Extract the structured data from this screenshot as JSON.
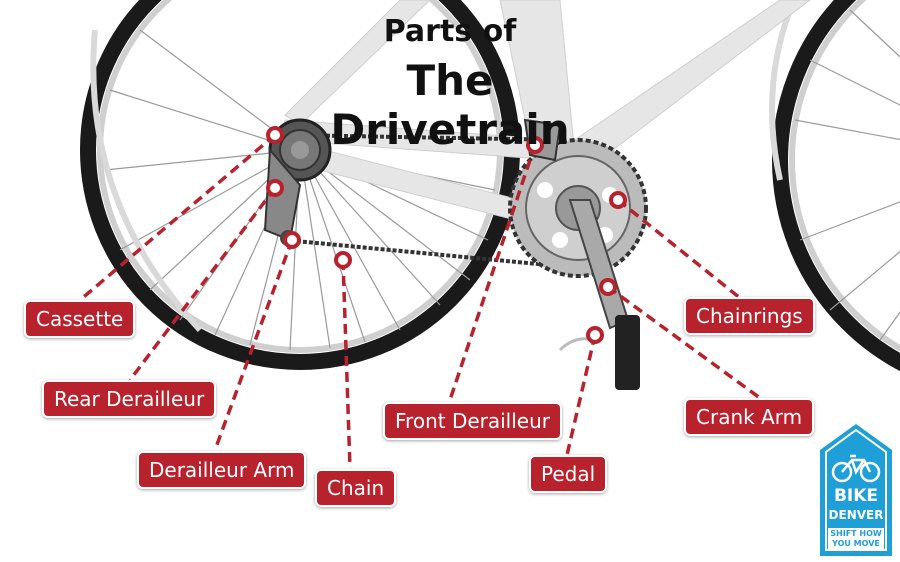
{
  "title": {
    "line1": "Parts of",
    "line2": "The Drivetrain"
  },
  "labels": {
    "cassette": "Cassette",
    "rear_derailleur": "Rear Derailleur",
    "derailleur_arm": "Derailleur Arm",
    "chain": "Chain",
    "front_derailleur": "Front Derailleur",
    "pedal": "Pedal",
    "chainrings": "Chainrings",
    "crank_arm": "Crank Arm"
  },
  "logo": {
    "line1": "BIKE",
    "line2": "DENVER",
    "tagline1": "SHIFT HOW",
    "tagline2": "YOU MOVE"
  },
  "colors": {
    "label_red": "#b8222d",
    "logo_blue": "#1f9fd8",
    "frame": "#e6e6e6"
  }
}
